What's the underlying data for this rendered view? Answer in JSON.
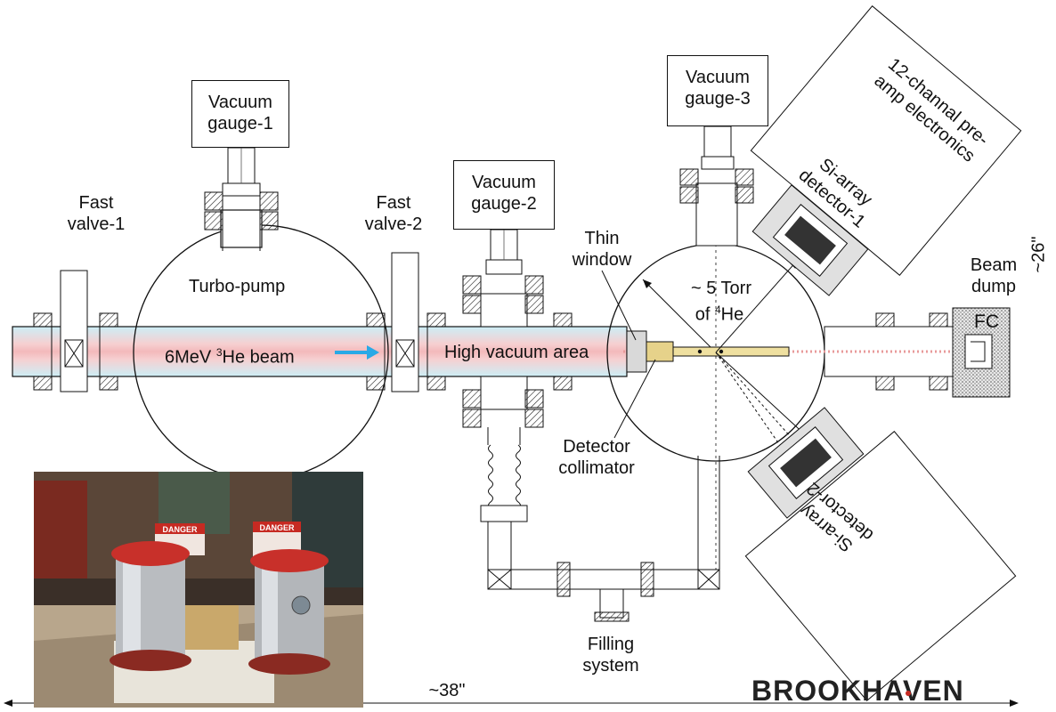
{
  "labels": {
    "fast_valve_1": [
      "Fast",
      "valve-1"
    ],
    "fast_valve_2": [
      "Fast",
      "valve-2"
    ],
    "vacuum_gauge_1": [
      "Vacuum",
      "gauge-1"
    ],
    "vacuum_gauge_2": [
      "Vacuum",
      "gauge-2"
    ],
    "vacuum_gauge_3": [
      "Vacuum",
      "gauge-3"
    ],
    "turbo_pump": "Turbo-pump",
    "beam_main": "6MeV ",
    "beam_sup": "3",
    "beam_tail": "He beam",
    "high_vacuum": "High vacuum area",
    "thin_window": [
      "Thin",
      "window"
    ],
    "torr_line1": "~ 5 Torr",
    "torr_line2_pre": "of ",
    "torr_line2_sup": "4",
    "torr_line2_post": "He",
    "beam_dump": [
      "Beam",
      "dump"
    ],
    "fc": "FC",
    "preamp": [
      "12-channal pre-",
      "amp electronics"
    ],
    "si_detector_1": [
      "Si-array",
      "detector-1"
    ],
    "si_detector_2": [
      "Si-array",
      "detector-2"
    ],
    "detector_collimator": [
      "Detector",
      "collimator"
    ],
    "filling_system": [
      "Filling",
      "system"
    ],
    "dim_width": "~38\"",
    "dim_height": "~26\""
  },
  "photo": {
    "sign_1": "DANGER",
    "sign_2": "DANGER"
  },
  "logo": "BROOKHAVEN",
  "colors": {
    "beam_pink": "#f4c2c2",
    "beam_cyan": "#c8eef5",
    "arrow_blue": "#29a9e6",
    "line": "#111111",
    "red_lid": "#c8302a"
  }
}
